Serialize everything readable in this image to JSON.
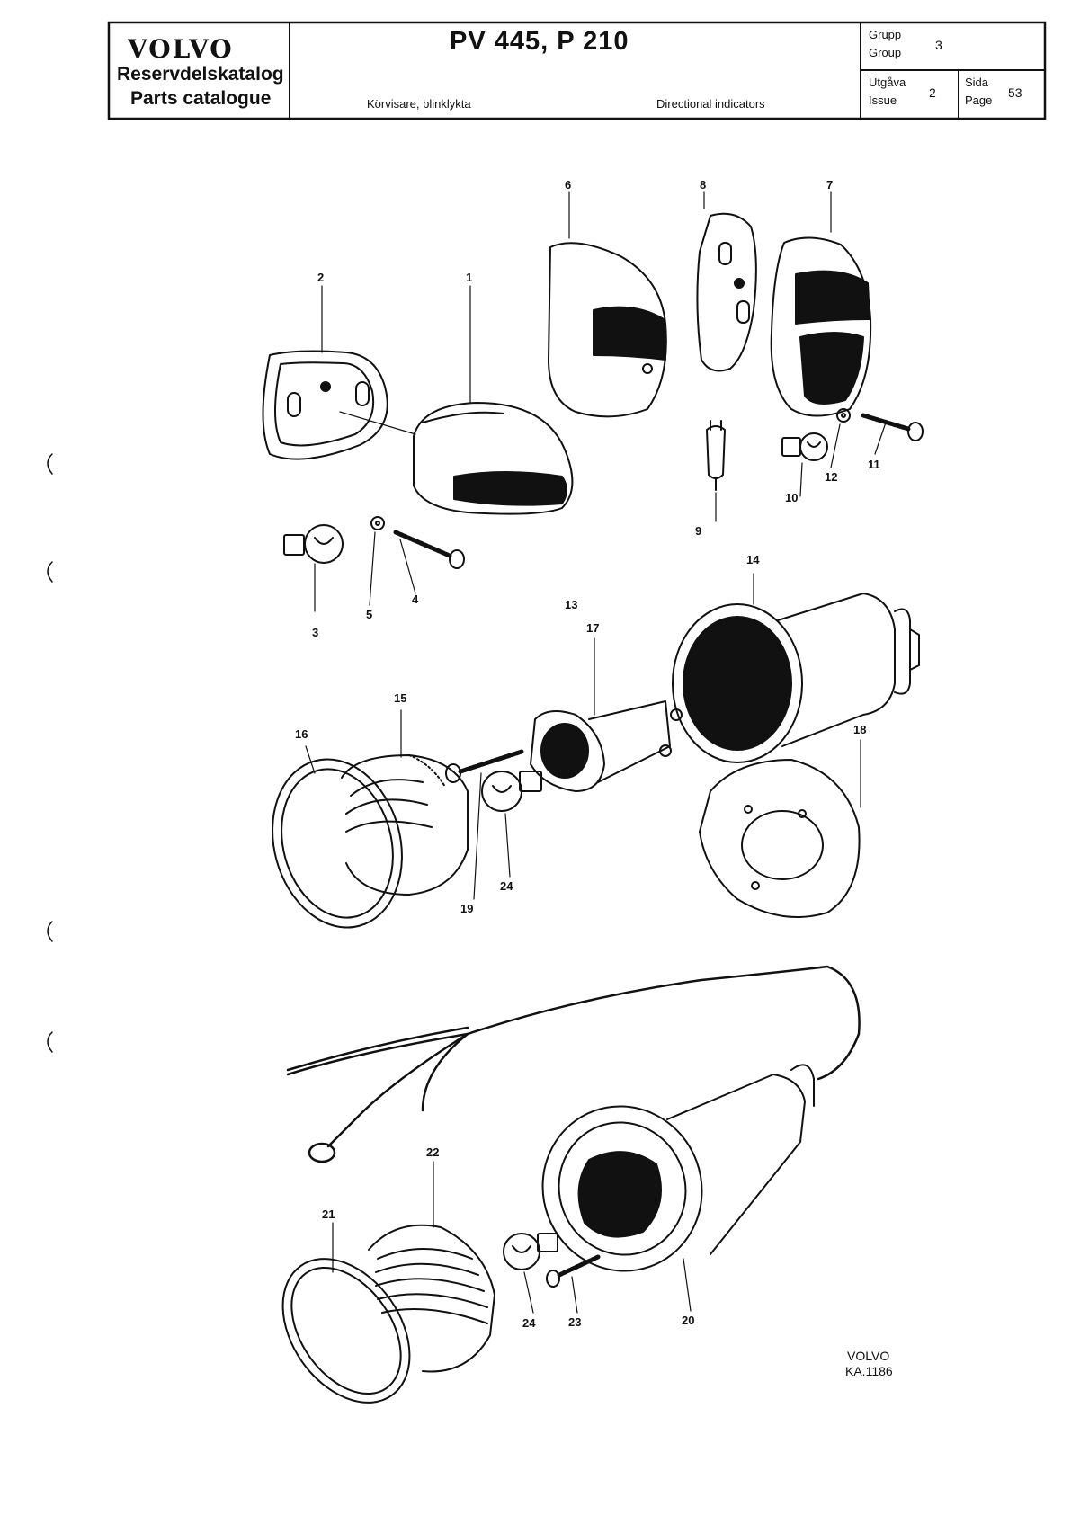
{
  "header": {
    "brand": "VOLVO",
    "catalog_sv": "Reservdelskatalog",
    "catalog_en": "Parts catalogue",
    "model": "PV 445, P 210",
    "subtitle_sv": "Körvisare, blinklykta",
    "subtitle_en": "Directional indicators",
    "group_label_sv": "Grupp",
    "group_label_en": "Group",
    "group_value": "3",
    "issue_label_sv": "Utgåva",
    "issue_label_en": "Issue",
    "issue_value": "2",
    "page_label_sv": "Sida",
    "page_label_en": "Page",
    "page_value": "53"
  },
  "callouts": {
    "n1": "1",
    "n2": "2",
    "n3": "3",
    "n4": "4",
    "n5": "5",
    "n6": "6",
    "n7": "7",
    "n8": "8",
    "n9": "9",
    "n10": "10",
    "n11": "11",
    "n12": "12",
    "n13": "13",
    "n14": "14",
    "n15": "15",
    "n16": "16",
    "n17": "17",
    "n18": "18",
    "n19": "19",
    "n20": "20",
    "n21": "21",
    "n22": "22",
    "n23": "23",
    "n24a": "24",
    "n24b": "24"
  },
  "footer": {
    "brand": "VOLVO",
    "code": "KA.1186"
  }
}
